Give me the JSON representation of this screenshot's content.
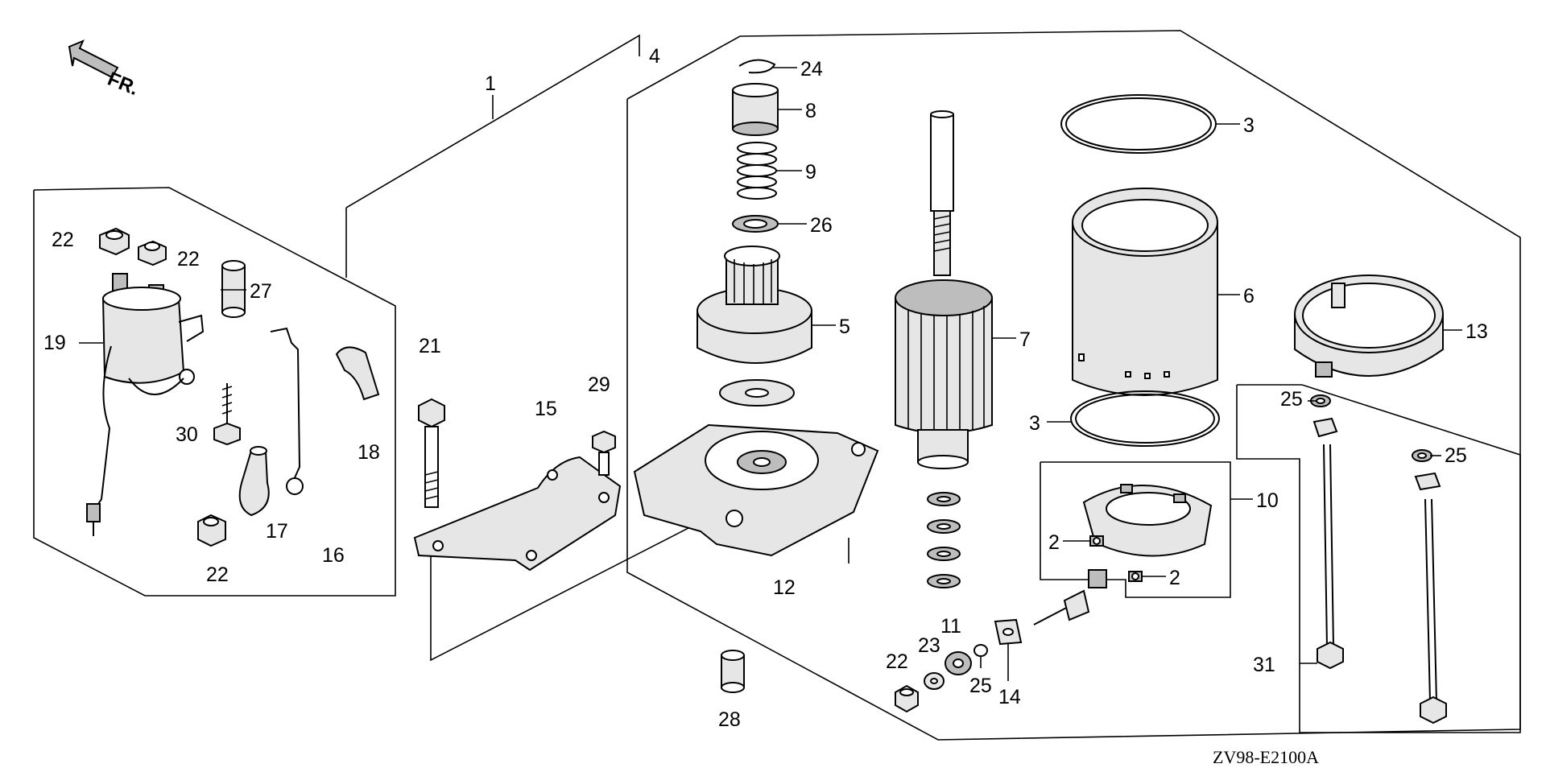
{
  "diagram": {
    "code": "ZV98-E2100A",
    "front_label": "FR.",
    "callouts": {
      "c1": "1",
      "c2a": "2",
      "c2b": "2",
      "c3a": "3",
      "c3b": "3",
      "c4": "4",
      "c5": "5",
      "c6": "6",
      "c7": "7",
      "c8": "8",
      "c9": "9",
      "c10": "10",
      "c11": "11",
      "c12": "12",
      "c13": "13",
      "c14": "14",
      "c15": "15",
      "c16": "16",
      "c17": "17",
      "c18": "18",
      "c19": "19",
      "c21": "21",
      "c22a": "22",
      "c22b": "22",
      "c22c": "22",
      "c22d": "22",
      "c23": "23",
      "c24": "24",
      "c25a": "25",
      "c25b": "25",
      "c25c": "25",
      "c26": "26",
      "c27": "27",
      "c28": "28",
      "c29": "29",
      "c30": "30",
      "c31": "31"
    }
  }
}
